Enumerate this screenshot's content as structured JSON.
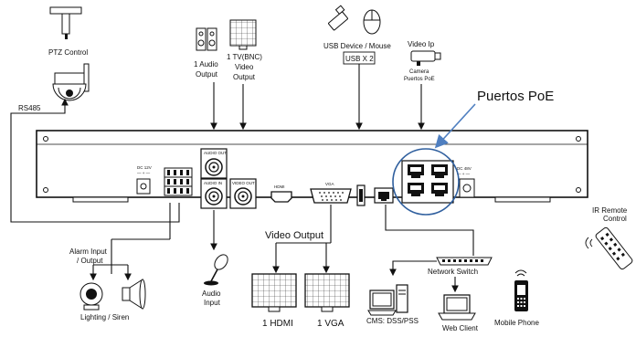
{
  "labels": {
    "ptz_control": "PTZ Control",
    "rs485": "RS485",
    "audio_output_1": "1 Audio",
    "audio_output_2": "Output",
    "tv_output_1": "1 TV(BNC)",
    "tv_output_2": "Video",
    "tv_output_3": "Output",
    "usb_device": "USB Device / Mouse",
    "usb_count": "USB X 2",
    "video_ip": "Video Ip",
    "camera_poe_1": "Camera",
    "camera_poe_2": "Puertos PoE",
    "puertos_poe": "Puertos PoE",
    "ir_remote_1": "IR Remote",
    "ir_remote_2": "Control",
    "alarm_io_1": "Alarm Input",
    "alarm_io_2": "/ Output",
    "lighting_siren": "Lighting / Siren",
    "audio_input_1": "Audio",
    "audio_input_2": "Input",
    "video_output": "Video Output",
    "hdmi_monitor": "1 HDMI",
    "vga_monitor": "1 VGA",
    "network_switch": "Network Switch",
    "cms": "CMS: DSS/PSS",
    "web_client": "Web Client",
    "mobile_phone": "Mobile Phone"
  },
  "panel": {
    "dc_12v_1": "DC 12V",
    "dc_12v_2": "— + —",
    "audio_out": "AUDIO OUT",
    "audio_in": "AUDIO IN",
    "video_out": "VIDEO OUT",
    "hdmi": "HDMI",
    "vga": "VGA",
    "dc_48v_1": "DC 48V",
    "dc_48v_2": "— + —"
  },
  "colors": {
    "line": "#111111",
    "callout_arrow": "#4f7fc0",
    "callout_ring": "#2f5f9e"
  },
  "icons": {
    "ptz": "ptz-camera-icon",
    "speakers": "speakers-icon",
    "monitor": "monitor-icon",
    "usb": "usb-stick-icon",
    "mouse": "mouse-icon",
    "camera": "ip-camera-icon",
    "remote": "ir-remote-icon",
    "light": "light-icon",
    "siren": "siren-icon",
    "mic": "microphone-icon",
    "switch": "network-switch-icon",
    "pc": "desktop-pc-icon",
    "laptop": "laptop-icon",
    "phone": "mobile-phone-icon"
  }
}
